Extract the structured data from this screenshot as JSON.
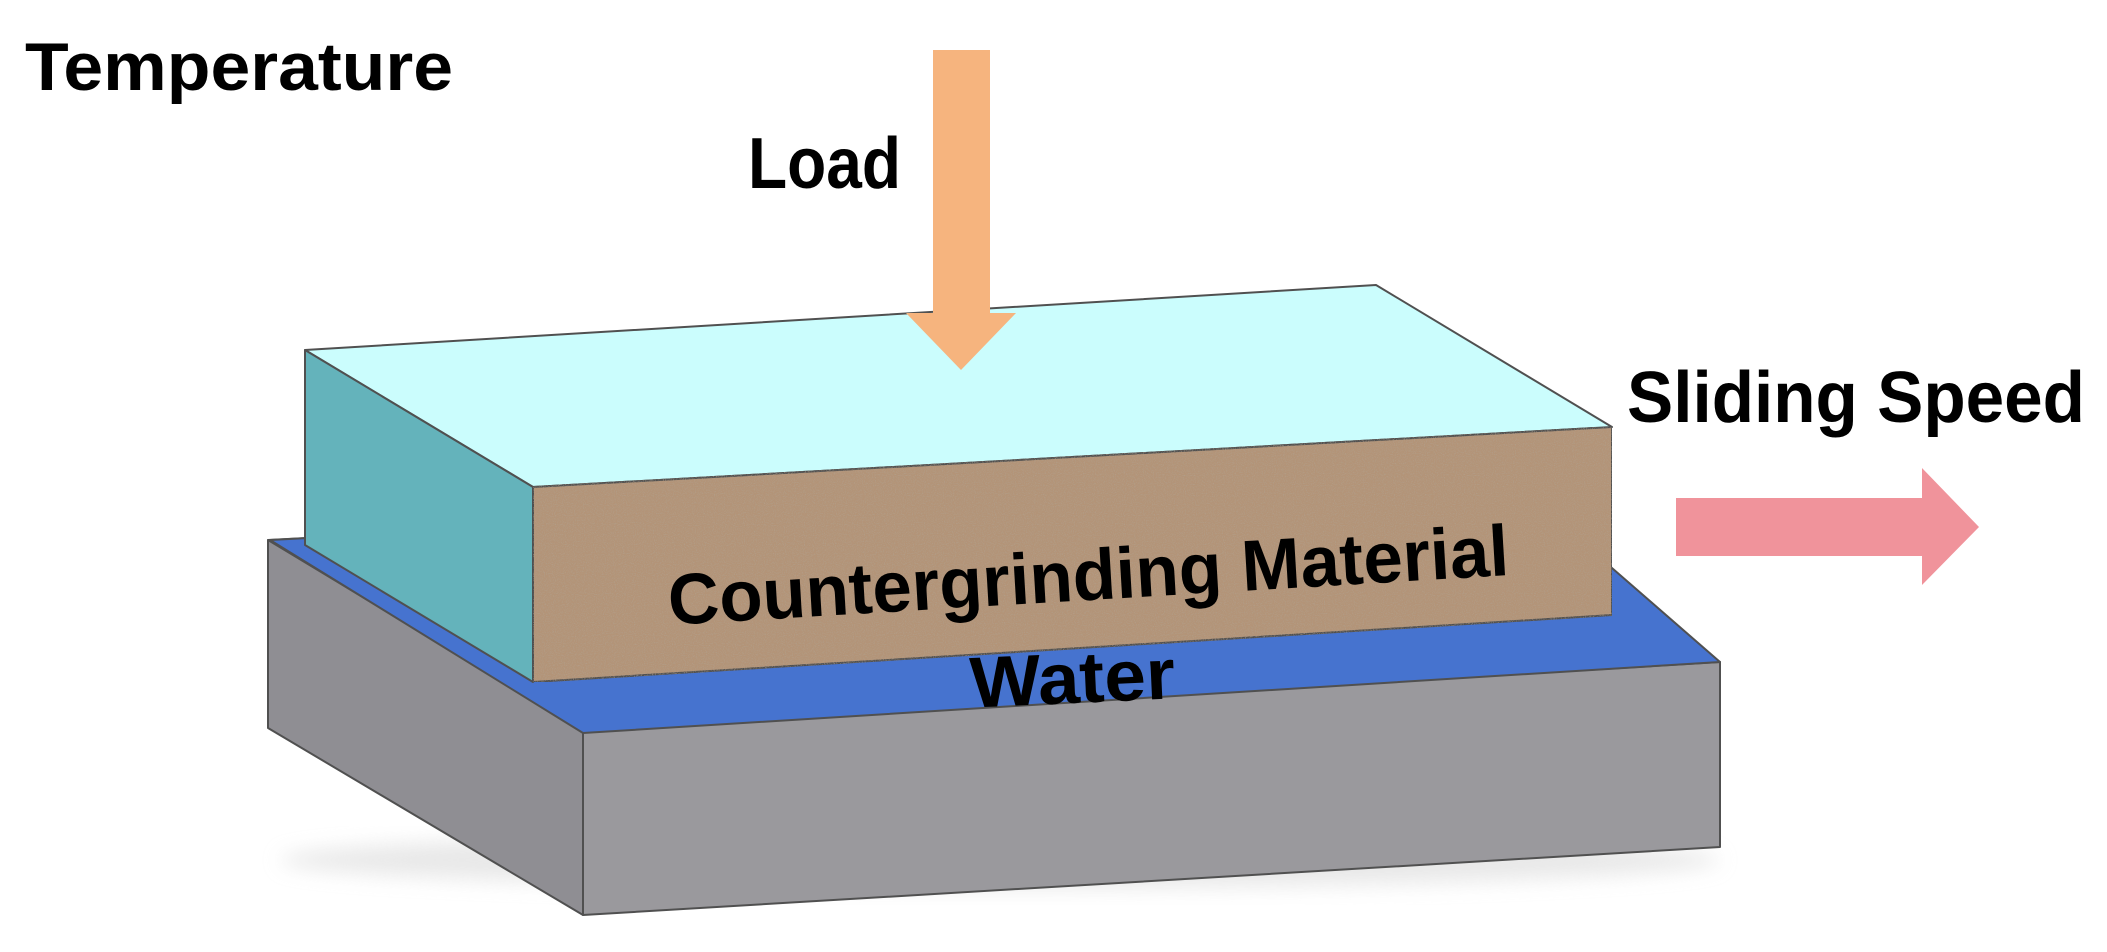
{
  "labels": {
    "temperature": "Temperature",
    "load": "Load",
    "sliding_speed": "Sliding Speed",
    "countergrinding_material": "Countergrinding Material",
    "water": "Water"
  },
  "colors": {
    "background": "#ffffff",
    "base_top": "#a7a7ab",
    "base_front": "#9a999d",
    "base_side": "#8f8e93",
    "water": "#4673cf",
    "block_top": "#cbfdfd",
    "block_left": "#64b3bb",
    "block_front": "#b39478",
    "load_arrow": "#f6b47e",
    "speed_arrow": "#f0939b",
    "outline": "#505050"
  },
  "icons": {
    "load_arrow": "arrow-down-icon",
    "speed_arrow": "arrow-right-icon"
  }
}
